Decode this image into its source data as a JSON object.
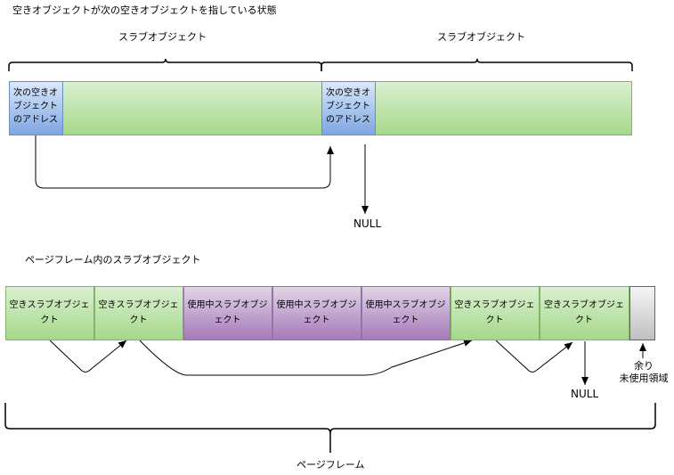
{
  "top": {
    "title": "空きオブジェクトが次の空きオブジェクトを指している状態",
    "slab_labels": [
      "スラブオブジェクト",
      "スラブオブジェクト"
    ],
    "next_addr_lines": [
      "次の空きオ",
      "ブジェクト",
      "のアドレス"
    ],
    "null_label": "NULL"
  },
  "bottom": {
    "title": "ページフレーム内のスラブオブジェクト",
    "cells": [
      {
        "kind": "free",
        "lines": [
          "空きスラブオブジェ",
          "クト"
        ]
      },
      {
        "kind": "free",
        "lines": [
          "空きスラブオブジェ",
          "クト"
        ]
      },
      {
        "kind": "used",
        "lines": [
          "使用中スラブオブジ",
          "ェクト"
        ]
      },
      {
        "kind": "used",
        "lines": [
          "使用中スラブオブジ",
          "ェクト"
        ]
      },
      {
        "kind": "used",
        "lines": [
          "使用中スラブオブジ",
          "ェクト"
        ]
      },
      {
        "kind": "free",
        "lines": [
          "空きスラブオブジェ",
          "クト"
        ]
      },
      {
        "kind": "free",
        "lines": [
          "空きスラブオブジェ",
          "クト"
        ]
      }
    ],
    "remainder_lines": [
      "余り",
      "未使用領域"
    ],
    "null_label": "NULL",
    "frame_label": "ページフレーム"
  },
  "colors": {
    "free": "#a6d88b",
    "used": "#a679b8",
    "pointer": "#7ea6e0",
    "remainder": "#c0c0c0"
  }
}
